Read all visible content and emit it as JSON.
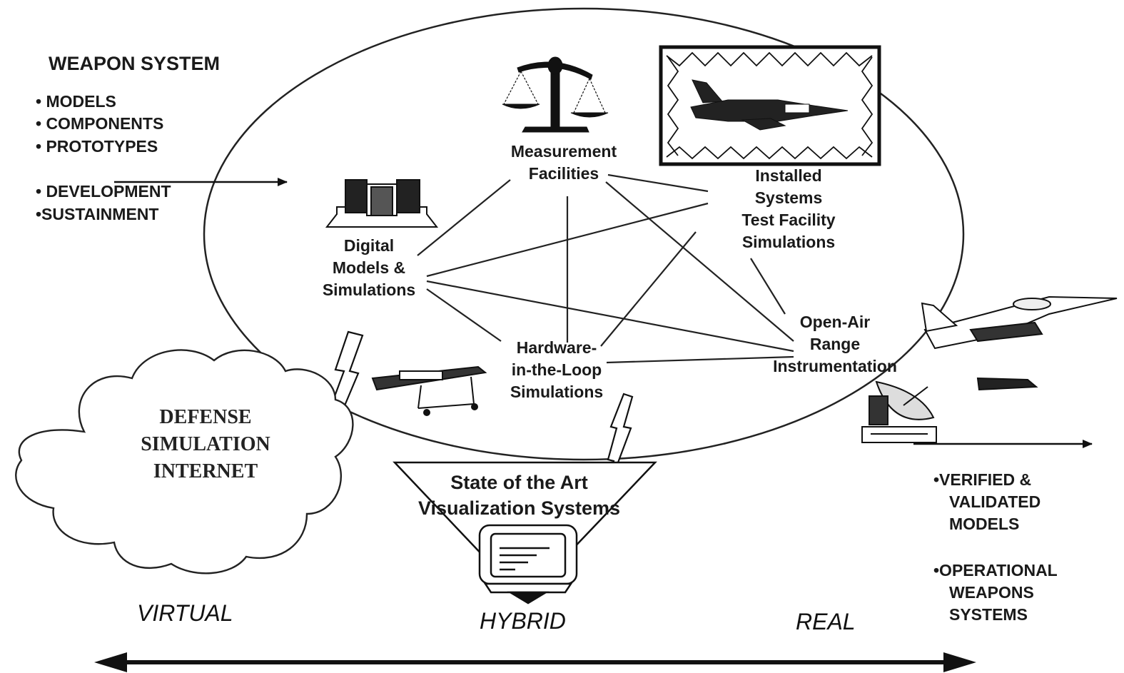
{
  "weapon_system": {
    "title": "WEAPON SYSTEM",
    "items": [
      "• MODELS",
      "• COMPONENTS",
      "• PROTOTYPES",
      "• DEVELOPMENT",
      "•SUSTAINMENT"
    ]
  },
  "nodes": {
    "measurement": [
      "Measurement",
      "Facilities"
    ],
    "installed": [
      "Installed",
      "Systems",
      "Test Facility",
      "Simulations"
    ],
    "digital": [
      "Digital",
      "Models &",
      "Simulations"
    ],
    "hitl": [
      "Hardware-",
      "in-the-Loop",
      "Simulations"
    ],
    "openair": [
      "Open-Air",
      "Range",
      "Instrumentation"
    ]
  },
  "dsi": [
    "DEFENSE",
    "SIMULATION",
    "INTERNET"
  ],
  "visualization": [
    "State of the Art",
    "Visualization Systems"
  ],
  "outputs": {
    "verified": [
      "•VERIFIED &",
      "VALIDATED",
      "MODELS"
    ],
    "operational": [
      "•OPERATIONAL",
      "WEAPONS",
      "SYSTEMS"
    ]
  },
  "axis": {
    "virtual": "VIRTUAL",
    "hybrid": "HYBRID",
    "real": "REAL"
  },
  "icons": [
    "scales-icon",
    "fighter-jet-icon",
    "building-icon",
    "lightning-icon",
    "missile-test-stand-icon",
    "radar-dish-icon",
    "aircraft-icon",
    "computer-monitor-icon",
    "cloud-icon"
  ]
}
